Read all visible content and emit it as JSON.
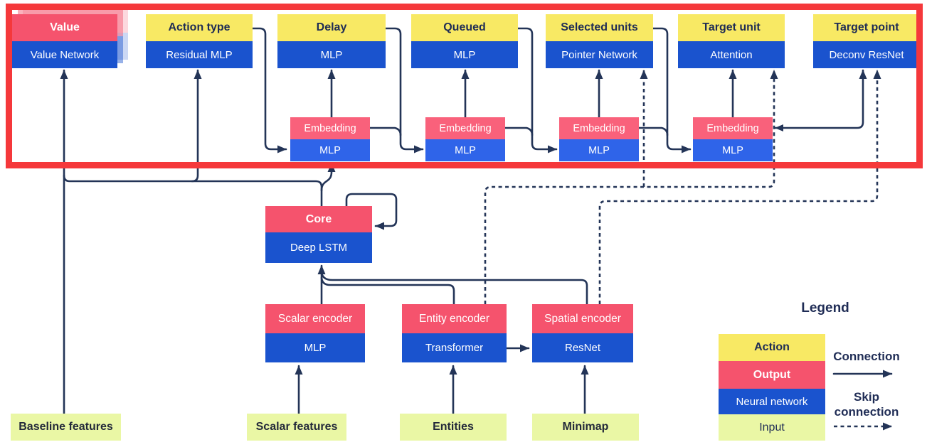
{
  "colors": {
    "action_yellow": "#f8e964",
    "output_pink": "#f5536d",
    "embedding_pink": "#f9617b",
    "network_blue": "#1a53ce",
    "embedding_blue": "#2f64e9",
    "input_green": "#eaf7a5",
    "line_navy": "#233457",
    "highlight_red": "#f5383b",
    "text_navy": "#1f2c55"
  },
  "heads": [
    {
      "title": "Value",
      "subtitle": "Value Network",
      "variant": "output"
    },
    {
      "title": "Action type",
      "subtitle": "Residual MLP",
      "variant": "action"
    },
    {
      "title": "Delay",
      "subtitle": "MLP",
      "variant": "action"
    },
    {
      "title": "Queued",
      "subtitle": "MLP",
      "variant": "action"
    },
    {
      "title": "Selected units",
      "subtitle": "Pointer Network",
      "variant": "action"
    },
    {
      "title": "Target unit",
      "subtitle": "Attention",
      "variant": "action"
    },
    {
      "title": "Target point",
      "subtitle": "Deconv ResNet",
      "variant": "action"
    }
  ],
  "embedding": {
    "title": "Embedding",
    "subtitle": "MLP"
  },
  "core": {
    "title": "Core",
    "subtitle": "Deep LSTM"
  },
  "encoders": [
    {
      "title": "Scalar encoder",
      "subtitle": "MLP"
    },
    {
      "title": "Entity encoder",
      "subtitle": "Transformer"
    },
    {
      "title": "Spatial encoder",
      "subtitle": "ResNet"
    }
  ],
  "inputs": [
    {
      "label": "Baseline features"
    },
    {
      "label": "Scalar features"
    },
    {
      "label": "Entities"
    },
    {
      "label": "Minimap"
    }
  ],
  "legend": {
    "title": "Legend",
    "items": [
      {
        "label": "Action"
      },
      {
        "label": "Output"
      },
      {
        "label": "Neural network"
      },
      {
        "label": "Input"
      }
    ],
    "connection_label": "Connection",
    "skip_label": "Skip connection"
  }
}
